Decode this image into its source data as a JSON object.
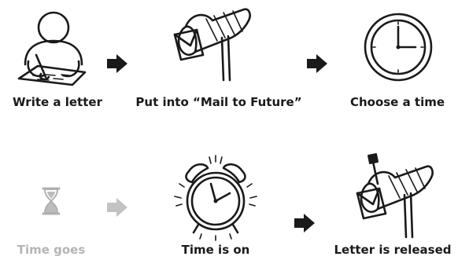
{
  "steps": [
    {
      "label": "Write a letter",
      "icon": "person-writing-icon",
      "faded": false
    },
    {
      "label": "Put into “Mail to Future”",
      "icon": "mailbox-with-letter-icon",
      "faded": false
    },
    {
      "label": "Choose a time",
      "icon": "clock-icon",
      "faded": false
    },
    {
      "label": "Time goes",
      "icon": "hourglass-icon",
      "faded": true
    },
    {
      "label": "Time is on",
      "icon": "ringing-alarm-clock-icon",
      "faded": false
    },
    {
      "label": "Letter is released",
      "icon": "mailbox-flag-up-icon",
      "faded": false
    }
  ],
  "colors": {
    "ink": "#1a1a1a",
    "faded": "#b5b5b5",
    "faded_arrow": "#c2c2c2"
  }
}
